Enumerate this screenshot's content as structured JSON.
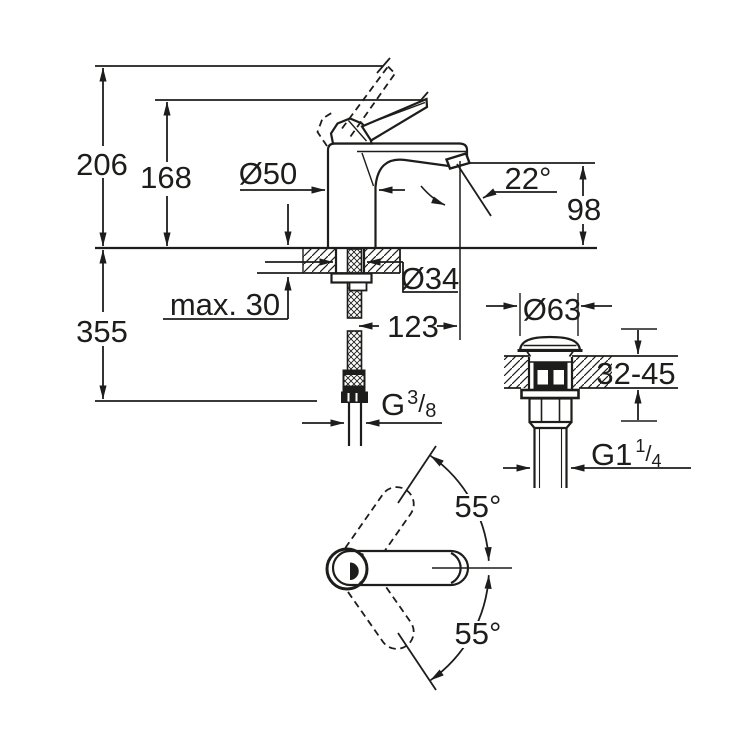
{
  "colors": {
    "line": "#1d1d1b",
    "background": "#ffffff"
  },
  "front_view": {
    "overall_height": "206",
    "lever_height": "168",
    "body_diameter": "Ø50",
    "spout_angle": "22°",
    "spout_height": "98",
    "below_deck_height": "355",
    "max_deck_thickness": "max. 30",
    "hole_diameter": "Ø34",
    "spout_reach": "123",
    "supply_thread": {
      "base": "G",
      "numerator": "3",
      "slash": "/",
      "denominator": "8"
    }
  },
  "drain_view": {
    "cap_diameter": "Ø63",
    "deck_thickness_range": "32-45",
    "drain_thread": {
      "base": "G1",
      "numerator": "1",
      "slash": "/",
      "denominator": "4"
    }
  },
  "top_view": {
    "swivel_angle_upper": "55°",
    "swivel_angle_lower": "55°"
  }
}
